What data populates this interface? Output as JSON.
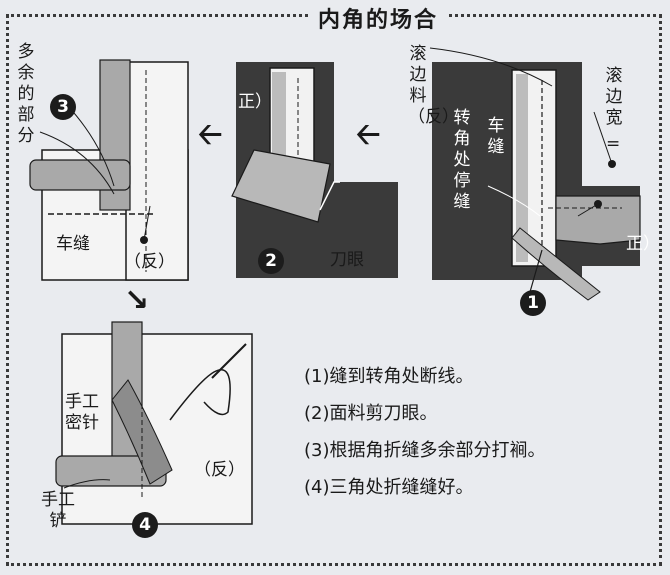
{
  "title": "内角的场合",
  "step_badges": [
    "1",
    "2",
    "3",
    "4"
  ],
  "labels": {
    "excess_part": "多余的部分",
    "stitch_line_3": "车缝",
    "reverse_3": "（反）",
    "front_2": "正）",
    "clip_2": "刀眼",
    "binding_reverse": "滚边料（反）",
    "stitch_1": "车缝",
    "corner_stop": "转角处停缝",
    "binding_width": "滚边宽",
    "equal_sign": "=",
    "front_1": "正）",
    "hand_blind": "手工密针",
    "reverse_4": "（反）",
    "hand_fell": "手工铲"
  },
  "instructions": [
    "(1)缝到转角处断线。",
    "(2)面料剪刀眼。",
    "(3)根据角折缝多余部分打裥。",
    "(4)三角处折缝缝好。"
  ],
  "colors": {
    "background": "#e9ebef",
    "dark_fabric": "#3a3a3a",
    "binding_gray": "#a9a9a9",
    "light_fabric": "#f4f4f4"
  }
}
